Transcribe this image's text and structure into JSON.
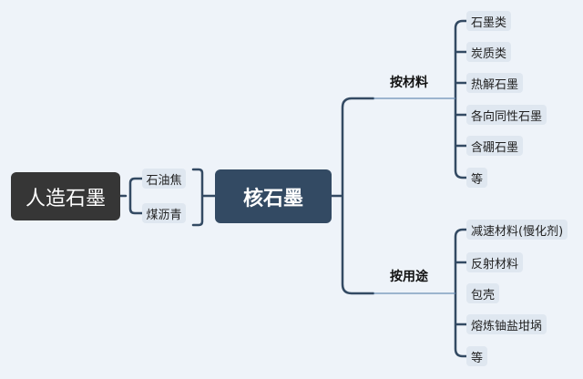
{
  "root": "人造石墨",
  "materials": [
    "石油焦",
    "煤沥青"
  ],
  "center": "核石墨",
  "branches": [
    {
      "label": "按材料",
      "items": [
        "石墨类",
        "炭质类",
        "热解石墨",
        "各向同性石墨",
        "含硼石墨",
        "等"
      ]
    },
    {
      "label": "按用途",
      "items": [
        "减速材料(慢化剂)",
        "反射材料",
        "包壳",
        "熔炼铀盐坩埚",
        "等"
      ]
    }
  ],
  "colors": {
    "line": "#334a63",
    "root_fill": "#363636",
    "center_fill": "#334a63",
    "pill_fill": "#dfe7f0",
    "background": "#eef3f9"
  }
}
